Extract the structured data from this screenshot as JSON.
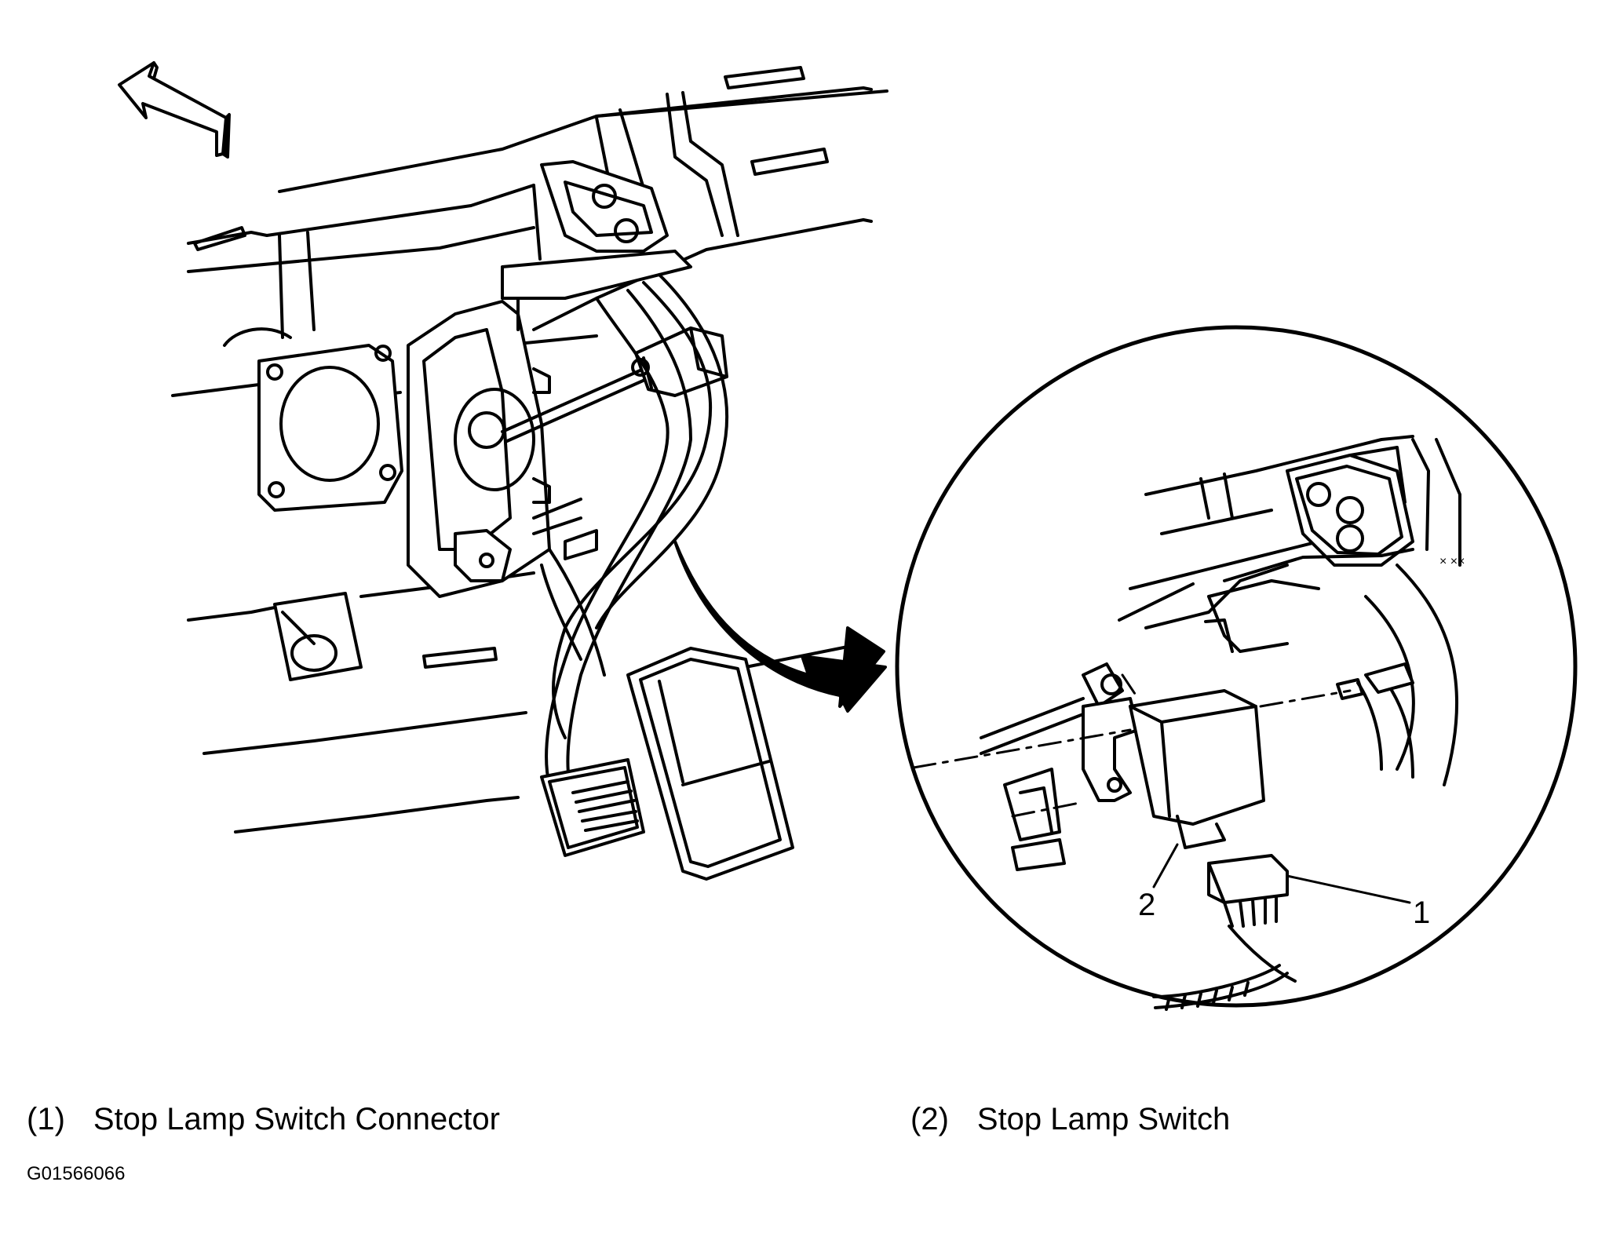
{
  "callouts": {
    "one": "1",
    "two": "2"
  },
  "legend": [
    {
      "number": "(1)",
      "label": "Stop Lamp Switch Connector"
    },
    {
      "number": "(2)",
      "label": "Stop Lamp Switch"
    }
  ],
  "figure_code": "G01566066",
  "detail_marks": "× ××",
  "icons": {
    "direction_arrow": "forward-arrow-icon",
    "zoom_arrow": "curved-arrow-icon"
  },
  "colors": {
    "line": "#000000",
    "background": "#ffffff"
  }
}
